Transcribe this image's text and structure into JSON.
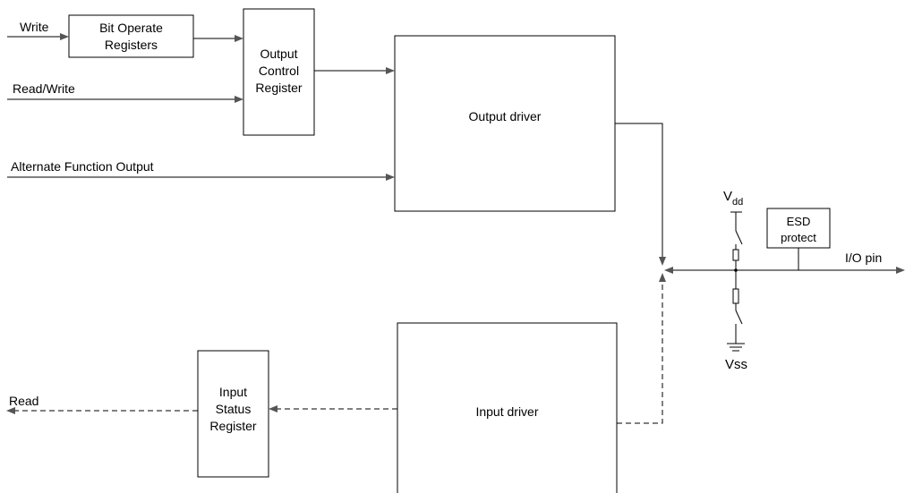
{
  "signals": {
    "write": "Write",
    "read_write": "Read/Write",
    "alt_function_output": "Alternate Function Output",
    "read": "Read",
    "io_pin": "I/O pin"
  },
  "blocks": {
    "bit_operate_registers": [
      "Bit Operate",
      "Registers"
    ],
    "output_control_register": [
      "Output",
      "Control",
      "Register"
    ],
    "output_driver": "Output driver",
    "input_driver": "Input driver",
    "input_status_register": [
      "Input",
      "Status",
      "Register"
    ],
    "esd_protect": [
      "ESD",
      "protect"
    ]
  },
  "supply": {
    "vdd_base": "V",
    "vdd_sub": "dd",
    "vss": "Vss"
  },
  "colors": {
    "line": "#000000",
    "arrow": "#555555",
    "background": "#ffffff"
  }
}
